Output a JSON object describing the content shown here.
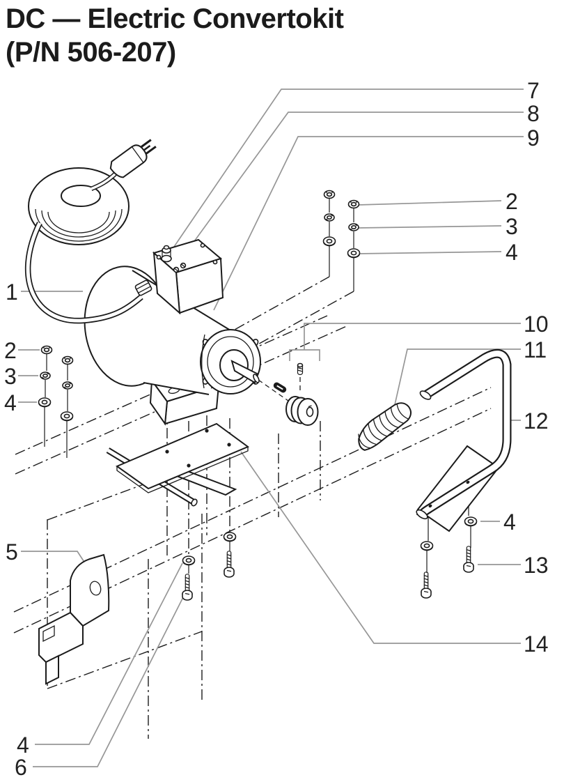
{
  "title": {
    "line1": "DC — Electric Convertokit",
    "line2": "(P/N 506-207)"
  },
  "callouts": {
    "r7": "7",
    "r8": "8",
    "r9": "9",
    "r2": "2",
    "r3": "3",
    "r4": "4",
    "r10": "10",
    "r11": "11",
    "r12": "12",
    "r4b": "4",
    "r13": "13",
    "r14": "14",
    "l1": "1",
    "l2": "2",
    "l3": "3",
    "l4": "4",
    "l5": "5",
    "b4": "4",
    "b6": "6"
  },
  "colors": {
    "ink": "#1b1b1b",
    "leader_gray": "#969696",
    "callout_text": "#222222",
    "background": "#ffffff"
  }
}
